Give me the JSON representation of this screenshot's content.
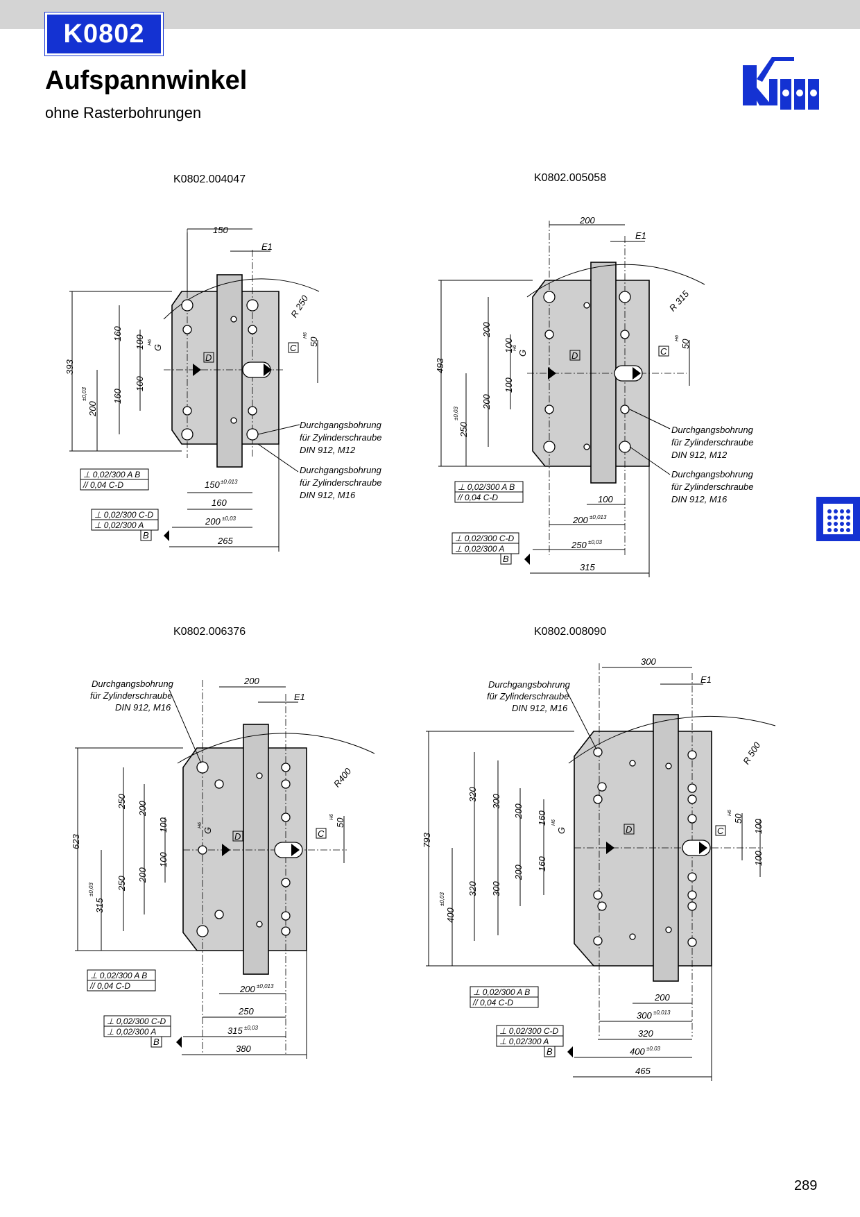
{
  "header": {
    "code": "K0802",
    "title": "Aufspannwinkel",
    "subtitle": "ohne Rasterbohrungen",
    "brand": "Kipp"
  },
  "colors": {
    "accent": "#1432d2",
    "topbar": "#d4d4d4",
    "plate": "#cfcfcf"
  },
  "side_tab_icon": "grid-holes-icon",
  "page_number": "289",
  "drawings": [
    {
      "part_no": "K0802.004047",
      "labels": {
        "top_width": "150",
        "e1": "E1",
        "radius": "R 250",
        "height": "393",
        "h1": "160",
        "h2": "160",
        "h3": "100",
        "h4": "100",
        "g": "G",
        "g_tol": "H6",
        "lower": "200",
        "lower_tol": "±0,03",
        "slot": "50",
        "slot_tol": "H6",
        "datum_d": "D",
        "datum_c": "C",
        "datum_b": "B",
        "bolt1_l1": "Durchgangsbohrung",
        "bolt1_l2": "für Zylinderschraube",
        "bolt1_l3": "DIN 912, M12",
        "bolt2_l1": "Durchgangsbohrung",
        "bolt2_l2": "für Zylinderschraube",
        "bolt2_l3": "DIN 912, M16",
        "tol1": "⊥ 0,02/300 A B",
        "tol2": "// 0,04 C-D",
        "tol3": "⊥ 0,02/300 C-D",
        "tol4": "⊥ 0,02/300 A",
        "b1": "150",
        "b1_tol": "±0,013",
        "b2": "160",
        "b3": "200",
        "b3_tol": "±0,03",
        "b4": "265"
      }
    },
    {
      "part_no": "K0802.005058",
      "labels": {
        "top_width": "200",
        "e1": "E1",
        "radius": "R 315",
        "height": "493",
        "h1": "200",
        "h2": "200",
        "h3": "100",
        "h4": "100",
        "g": "G",
        "g_tol": "H6",
        "lower": "250",
        "lower_tol": "±0,03",
        "slot": "50",
        "slot_tol": "H6",
        "datum_d": "D",
        "datum_c": "C",
        "datum_b": "B",
        "bolt1_l1": "Durchgangsbohrung",
        "bolt1_l2": "für Zylinderschraube",
        "bolt1_l3": "DIN 912, M12",
        "bolt2_l1": "Durchgangsbohrung",
        "bolt2_l2": "für Zylinderschraube",
        "bolt2_l3": "DIN 912, M16",
        "tol1": "⊥ 0,02/300 A B",
        "tol2": "// 0,04 C-D",
        "tol3": "⊥ 0,02/300 C-D",
        "tol4": "⊥ 0,02/300 A",
        "b1": "100",
        "b2": "200",
        "b2_tol": "±0,013",
        "b3": "250",
        "b3_tol": "±0,03",
        "b4": "315"
      }
    },
    {
      "part_no": "K0802.006376",
      "labels": {
        "top_width": "200",
        "e1": "E1",
        "radius": "R400",
        "height": "623",
        "h1": "250",
        "h2": "250",
        "h3": "200",
        "h4": "200",
        "h5": "100",
        "h6": "100",
        "g": "G",
        "g_tol": "H6",
        "lower": "315",
        "lower_tol": "±0,03",
        "slot": "50",
        "slot_tol": "H6",
        "datum_d": "D",
        "datum_c": "C",
        "datum_b": "B",
        "bolt1_l1": "Durchgangsbohrung",
        "bolt1_l2": "für Zylinderschraube",
        "bolt1_l3": "DIN 912, M16",
        "tol1": "⊥ 0,02/300 A B",
        "tol2": "// 0,04 C-D",
        "tol3": "⊥ 0,02/300 C-D",
        "tol4": "⊥ 0,02/300 A",
        "b1": "200",
        "b1_tol": "±0,013",
        "b2": "250",
        "b3": "315",
        "b3_tol": "±0,03",
        "b4": "380"
      }
    },
    {
      "part_no": "K0802.008090",
      "labels": {
        "top_width": "300",
        "e1": "E1",
        "radius": "R 500",
        "height": "793",
        "h1": "320",
        "h2": "320",
        "h3": "300",
        "h4": "300",
        "h5": "200",
        "h6": "200",
        "h7": "160",
        "h8": "160",
        "g": "G",
        "g_tol": "H6",
        "lower": "400",
        "lower_tol": "±0,03",
        "slot": "50",
        "slot_tol": "H6",
        "r1": "100",
        "r2": "100",
        "datum_d": "D",
        "datum_c": "C",
        "datum_b": "B",
        "bolt1_l1": "Durchgangsbohrung",
        "bolt1_l2": "für Zylinderschraube",
        "bolt1_l3": "DIN 912, M16",
        "tol1": "⊥ 0,02/300 A B",
        "tol2": "// 0,04 C-D",
        "tol3": "⊥ 0,02/300 C-D",
        "tol4": "⊥ 0,02/300 A",
        "b1": "200",
        "b2": "300",
        "b2_tol": "±0,013",
        "b3": "320",
        "b4": "400",
        "b4_tol": "±0,03",
        "b5": "465"
      }
    }
  ]
}
